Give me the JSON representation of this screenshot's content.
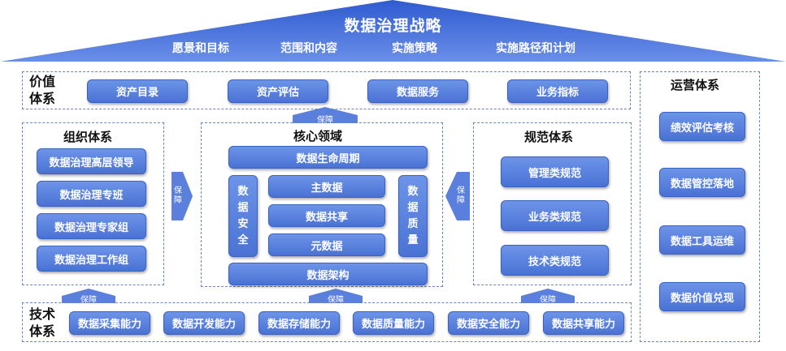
{
  "roof": {
    "title": "数据治理战略",
    "items": [
      "愿景和目标",
      "范围和内容",
      "实施策略",
      "实施路径和计划"
    ]
  },
  "value": {
    "label_line1": "价值",
    "label_line2": "体系",
    "items": [
      "资产目录",
      "资产评估",
      "数据服务",
      "业务指标"
    ]
  },
  "org": {
    "title": "组织体系",
    "items": [
      "数据治理高层领导",
      "数据治理专班",
      "数据治理专家组",
      "数据治理工作组"
    ]
  },
  "core": {
    "title": "核心领域",
    "lifecycle": "数据生命周期",
    "security_chars": [
      "数",
      "据",
      "安",
      "全"
    ],
    "quality_chars": [
      "数",
      "据",
      "质",
      "量"
    ],
    "center_items": [
      "主数据",
      "数据共享",
      "元数据"
    ],
    "architecture": "数据架构"
  },
  "norm": {
    "title": "规范体系",
    "items": [
      "管理类规范",
      "业务类规范",
      "技术类规范"
    ]
  },
  "ops": {
    "title": "运营体系",
    "items": [
      "绩效评估考核",
      "数据管控落地",
      "数据工具运维",
      "数据价值兑现"
    ]
  },
  "tech": {
    "label_line1": "技术",
    "label_line2": "体系",
    "items": [
      "数据采集能力",
      "数据开发能力",
      "数据存储能力",
      "数据质量能力",
      "数据安全能力",
      "数据共享能力"
    ]
  },
  "guarantee": {
    "label": "保障",
    "vertical_chars": [
      "保",
      "障"
    ]
  },
  "colors": {
    "roof_top": "#2f5bd0",
    "roof_bottom": "#5f86e6",
    "button_top": "#6d94e8",
    "button_bottom": "#4a72d4",
    "dashed_border": "#6f86b3"
  }
}
